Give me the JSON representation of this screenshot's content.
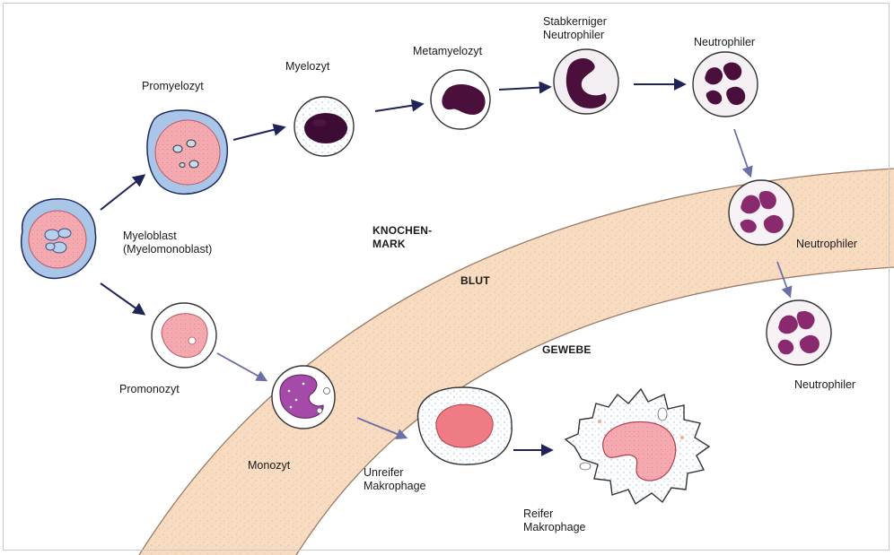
{
  "zones": {
    "bone_marrow_line1": "KNOCHEN-",
    "bone_marrow_line2": "MARK",
    "blood": "BLUT",
    "tissue": "GEWEBE"
  },
  "cells": {
    "myeloblast": {
      "line1": "Myeloblast",
      "line2": "(Myelomonoblast)"
    },
    "promyelozyt": "Promyelozyt",
    "myelozyt": "Myelozyt",
    "metamyelozyt": "Metamyelozyt",
    "stabkerniger": {
      "line1": "Stabkerniger",
      "line2": "Neutrophiler"
    },
    "neutrophiler_marrow": "Neutrophiler",
    "neutrophiler_blood": "Neutrophiler",
    "neutrophiler_tissue": "Neutrophiler",
    "promonozyt": "Promonozyt",
    "monozyt": "Monozyt",
    "unreifer_makrophage": {
      "line1": "Unreifer",
      "line2": "Makrophage"
    },
    "reifer_makrophage": {
      "line1": "Reifer",
      "line2": "Makrophage"
    }
  },
  "colors": {
    "band": "#f7dcc2",
    "band_speckle": "#efc6a2",
    "cytoplasm_pink": "#f2a3a8",
    "membrane_blue": "#a9c6e8",
    "nucleus_dark": "#4a0f3a",
    "nucleus_purple": "#a03b8c",
    "nucleus_pink": "#e9727c",
    "arrow_dark": "#1f2357",
    "arrow_light": "#6b6fa8"
  }
}
